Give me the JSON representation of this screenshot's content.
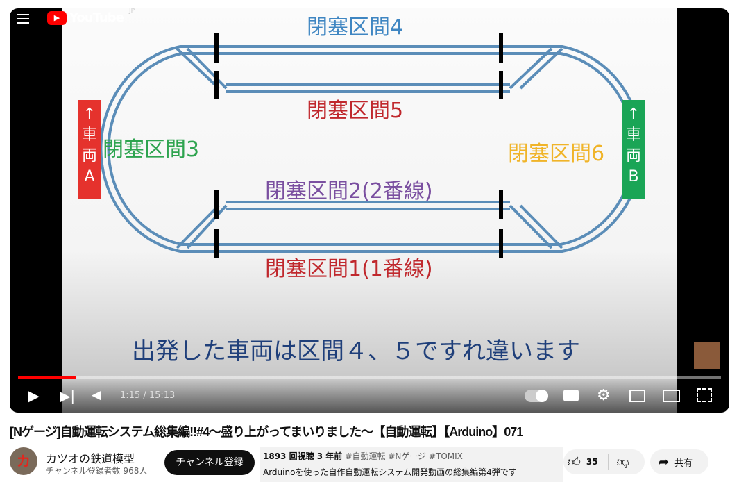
{
  "header": {
    "logo": "YouTube",
    "region": "JP"
  },
  "video": {
    "labels": {
      "s4": "閉塞区間4",
      "s5": "閉塞区間5",
      "s3": "閉塞区間3",
      "s6": "閉塞区間6",
      "s2": "閉塞区間2(2番線)",
      "s1": "閉塞区間1(1番線)",
      "car_a": "↑車両A",
      "car_b": "↑車両B",
      "subtitle": "出発した車両は区間４、５ですれ違います"
    },
    "colors": {
      "track": "#5b8db8",
      "red": "#c0282d",
      "green": "#2ea44f",
      "yellow": "#f0b429",
      "purple": "#7a4fa0",
      "blue": "#3f86c2"
    },
    "time": "1:15 / 15:13",
    "progress_percent": 8.3
  },
  "title": "[Nゲージ]自動運転システム総集編!!#4〜盛り上がってまいりました〜【自動運転】【Arduino】071",
  "channel": {
    "name": "カツオの鉄道模型",
    "subscribers": "チャンネル登録者数 968人",
    "subscribe": "チャンネル登録"
  },
  "description": {
    "stats": "1893 回視聴  3 年前",
    "tags": "#自動運転 #Nゲージ #TOMIX",
    "text": "Arduinoを使った自作自動運転システム開発動画の総集編第4弾です"
  },
  "actions": {
    "likes": "35",
    "share": "共有"
  }
}
